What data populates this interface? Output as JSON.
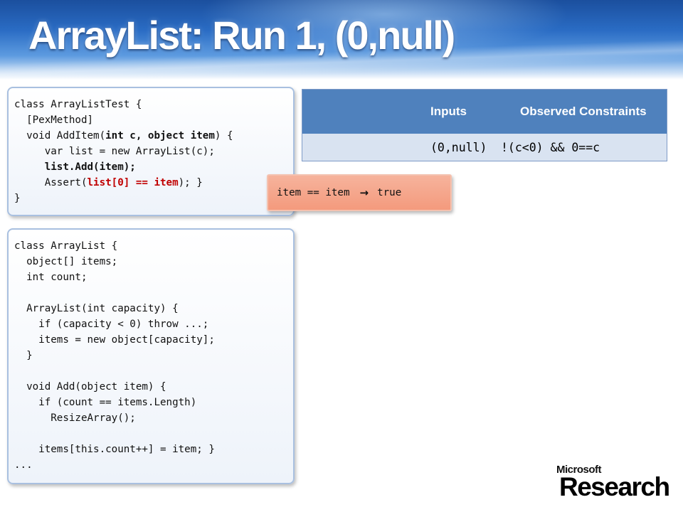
{
  "slide": {
    "title": "ArrayList: Run 1, (0,null)"
  },
  "test_code": {
    "lines": [
      [
        {
          "t": "class ArrayListTest {"
        }
      ],
      [
        {
          "t": "  [PexMethod]"
        }
      ],
      [
        {
          "t": "  void AddItem("
        },
        {
          "t": "int c, object item",
          "s": "b"
        },
        {
          "t": ") {"
        }
      ],
      [
        {
          "t": "     var list = new ArrayList(c);"
        }
      ],
      [
        {
          "t": "     "
        },
        {
          "t": "list.Add(item);",
          "s": "b"
        }
      ],
      [
        {
          "t": "     Assert("
        },
        {
          "t": "list[0] == item",
          "s": "r"
        },
        {
          "t": "); }"
        }
      ],
      [
        {
          "t": "}"
        }
      ]
    ]
  },
  "arraylist_code": {
    "lines": [
      [
        {
          "t": "class ArrayList {"
        }
      ],
      [
        {
          "t": "  object[] items;"
        }
      ],
      [
        {
          "t": "  int count;"
        }
      ],
      [
        {
          "t": ""
        }
      ],
      [
        {
          "t": "  ArrayList(int capacity) {"
        }
      ],
      [
        {
          "t": "    if (capacity < 0) throw ...;"
        }
      ],
      [
        {
          "t": "    items = new object[capacity];"
        }
      ],
      [
        {
          "t": "  }"
        }
      ],
      [
        {
          "t": ""
        }
      ],
      [
        {
          "t": "  void Add(object item) {"
        }
      ],
      [
        {
          "t": "    if (count == items.Length)"
        }
      ],
      [
        {
          "t": "      ResizeArray();"
        }
      ],
      [
        {
          "t": ""
        }
      ],
      [
        {
          "t": "    items[this.count++] = item; }"
        }
      ],
      [
        {
          "t": "..."
        }
      ]
    ]
  },
  "table": {
    "headers": {
      "inputs": "Inputs",
      "constraints": "Observed Constraints"
    },
    "rows": [
      {
        "inputs": "(0,null)",
        "constraints": "!(c<0) && 0==c"
      }
    ]
  },
  "callout": {
    "left": "item == item",
    "arrow": "→",
    "right": "true"
  },
  "logo": {
    "company": "Microsoft",
    "division": "Research"
  },
  "colors": {
    "banner": "#2a6cc4",
    "table_header": "#4f81bd",
    "table_row": "#d9e3f1",
    "callout": "#f49a7d",
    "highlight_red": "#c00000"
  }
}
